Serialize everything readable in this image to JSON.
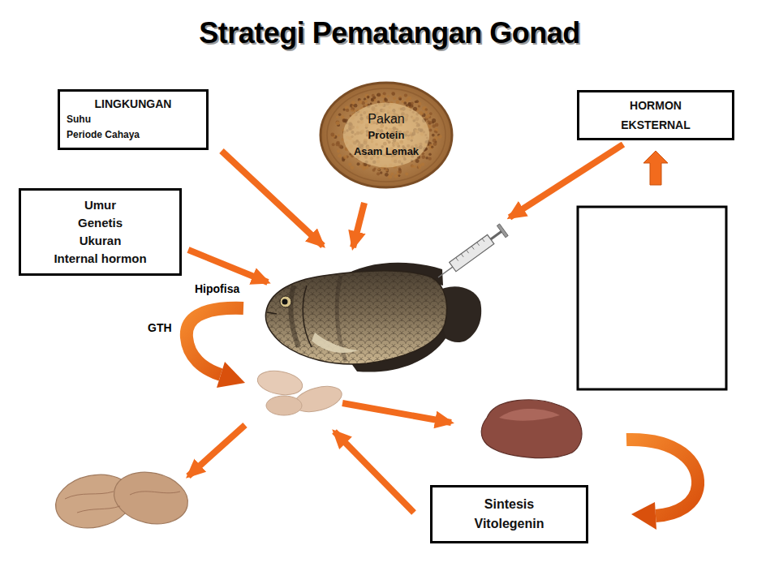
{
  "diagram": {
    "title": "Strategi Pematangan Gonad",
    "nodes": [
      {
        "text": [
          "LINGKUNGAN",
          "Suhu",
          "Periode Cahaya"
        ]
      },
      {
        "text": [
          "Pakan",
          "Protein",
          "Asam Lemak"
        ]
      },
      {
        "text": [
          "HORMON EKSTERNAL"
        ]
      },
      {
        "text": [
          "Umur",
          "Genetis",
          "Ukuran",
          "Internal hormon"
        ]
      },
      {
        "text": [
          "Sintesis Vitolegenin"
        ]
      }
    ],
    "labels": [
      "Hipofisa",
      "GTH"
    ]
  }
}
